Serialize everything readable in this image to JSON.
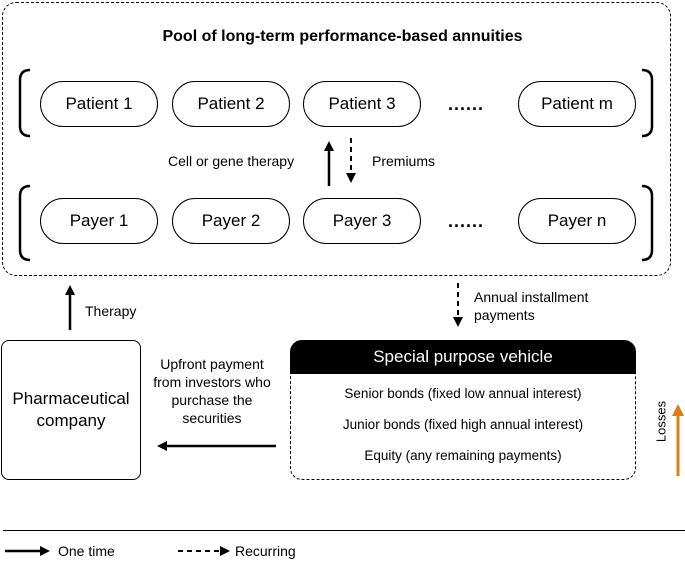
{
  "pool": {
    "title": "Pool of long-term performance-based annuities",
    "patients": [
      "Patient 1",
      "Patient 2",
      "Patient 3",
      "Patient m"
    ],
    "payers": [
      "Payer 1",
      "Payer 2",
      "Payer 3",
      "Payer n"
    ],
    "ellipsis": "......",
    "therapy_label": "Cell or gene therapy",
    "premiums_label": "Premiums"
  },
  "flows": {
    "therapy": "Therapy",
    "annual_line1": "Annual installment",
    "annual_line2": "payments",
    "upfront_line1": "Upfront payment",
    "upfront_line2": "from investors who",
    "upfront_line3": "purchase the",
    "upfront_line4": "securities"
  },
  "pharma": {
    "line1": "Pharmaceutical",
    "line2": "company"
  },
  "spv": {
    "title": "Special purpose vehicle",
    "senior": "Senior bonds (fixed low annual interest)",
    "junior": "Junior bonds (fixed high annual interest)",
    "equity": "Equity (any remaining payments)",
    "losses": "Losses"
  },
  "legend": {
    "one_time": "One time",
    "recurring": "Recurring"
  },
  "colors": {
    "losses_arrow": "#e07b1a",
    "header_bg": "#000000"
  }
}
